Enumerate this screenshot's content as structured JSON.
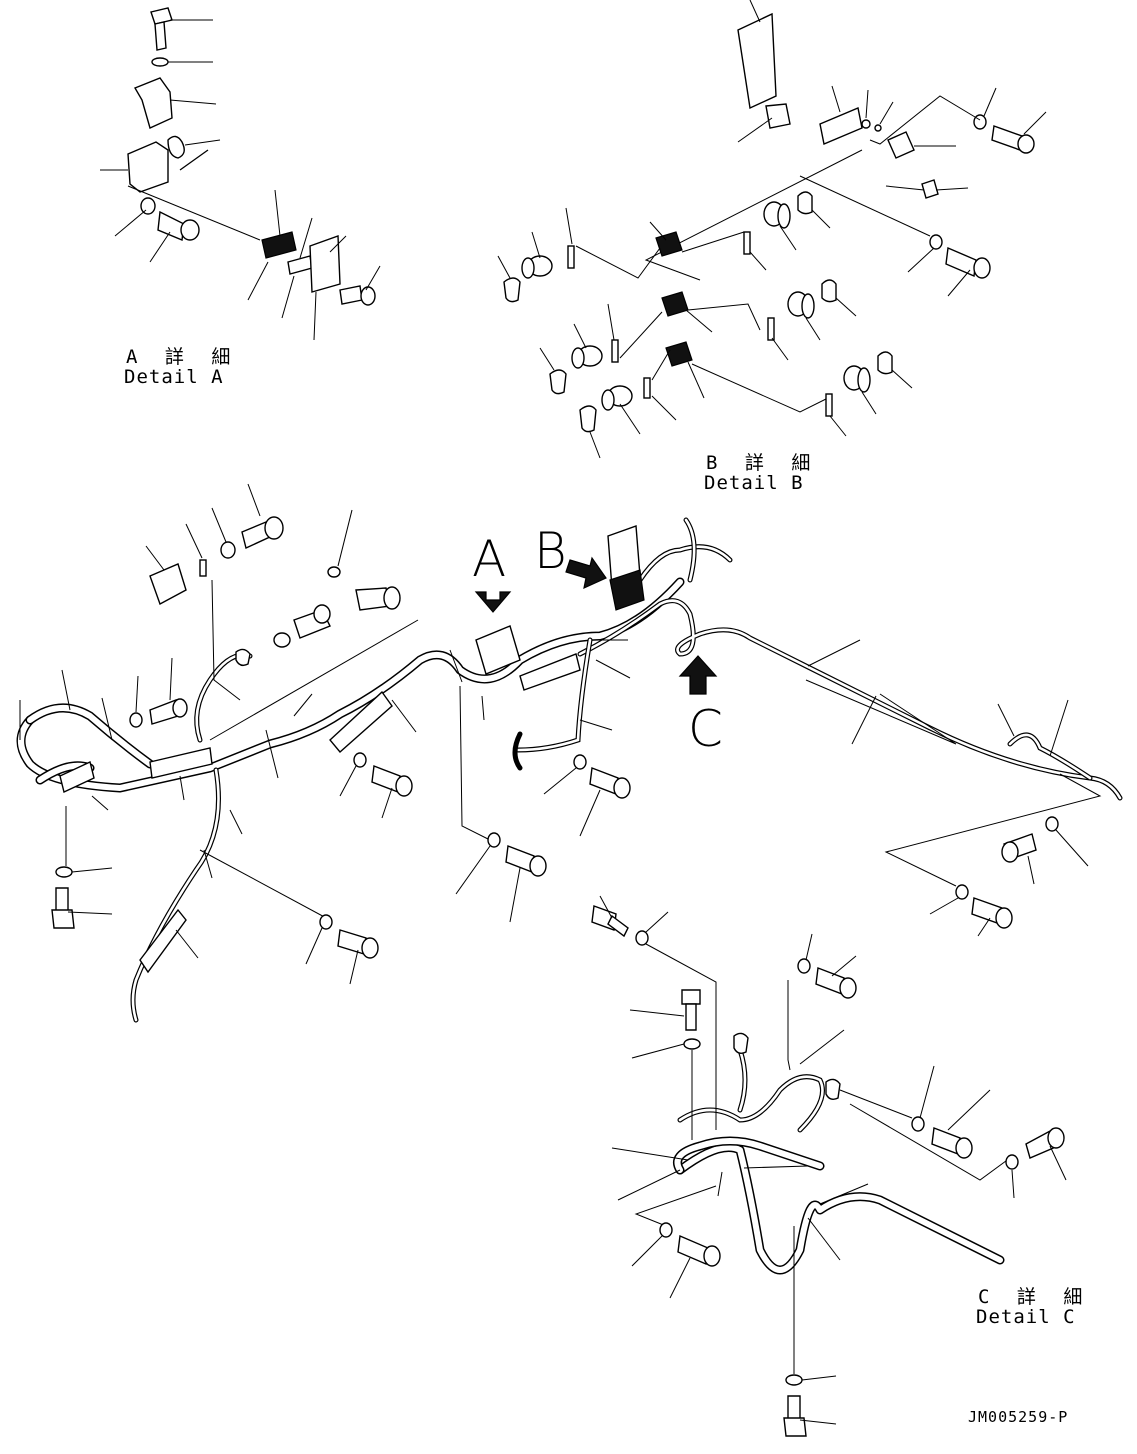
{
  "details": {
    "a": {
      "jp": "A 詳 細",
      "en": "Detail A"
    },
    "b": {
      "jp": "B 詳 細",
      "en": "Detail B"
    },
    "c": {
      "jp": "C 詳 細",
      "en": "Detail C"
    }
  },
  "callouts": {
    "a": "A",
    "b": "B",
    "c": "C"
  },
  "drawing_code": "JM005259-P"
}
